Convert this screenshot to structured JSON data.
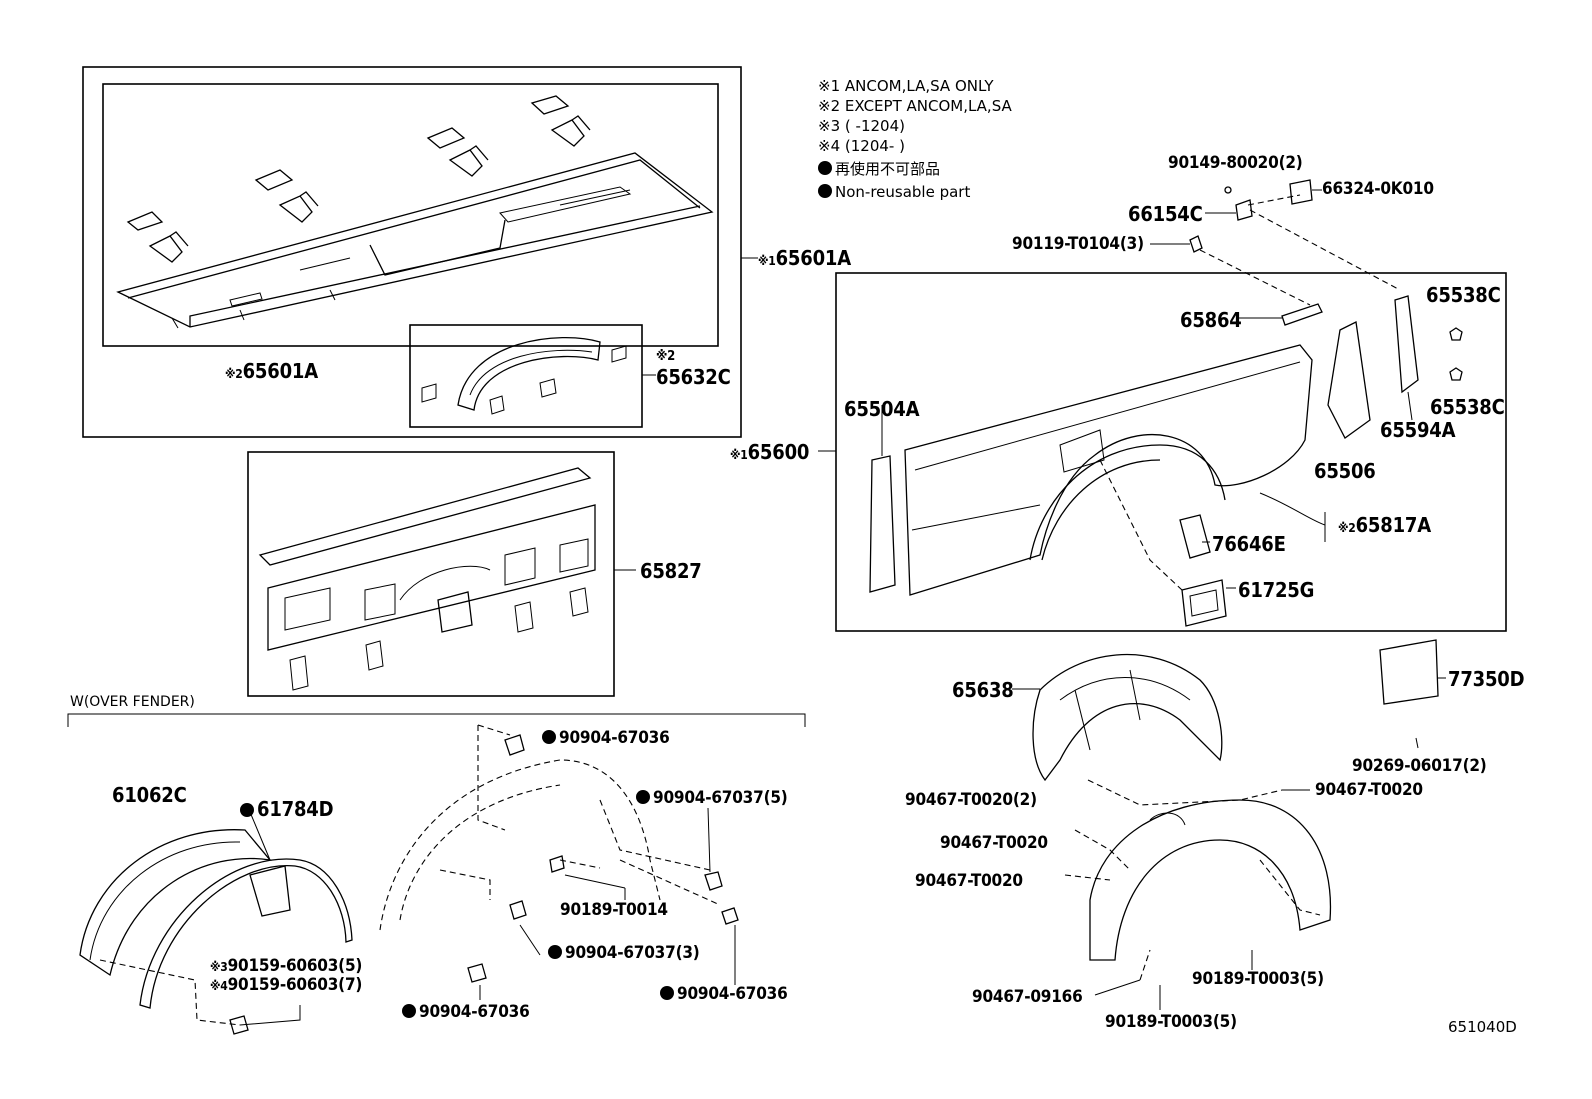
{
  "notes": {
    "n1": {
      "mark": "※1",
      "text": "ANCOM,LA,SA ONLY"
    },
    "n2": {
      "mark": "※2",
      "text": "EXCEPT ANCOM,LA,SA"
    },
    "n3": {
      "mark": "※3",
      "text": "(      -1204)"
    },
    "n4": {
      "mark": "※4",
      "text": "(1204-      )"
    },
    "n5": {
      "text": "再使用不可部品"
    },
    "n6": {
      "text": "Non-reusable part"
    }
  },
  "section_title": "W(OVER FENDER)",
  "diagram_id": "651040D",
  "labels": {
    "p65601A_1": {
      "mark": "※1",
      "code": "65601A"
    },
    "p65601A_2": {
      "mark": "※2",
      "code": "65601A"
    },
    "p65632C": {
      "mark": "※2",
      "code": "65632C"
    },
    "p65600": {
      "mark": "※1",
      "code": "65600"
    },
    "p65827": {
      "code": "65827"
    },
    "p90149": {
      "code": "90149-80020(2)"
    },
    "p66324": {
      "code": "66324-0K010"
    },
    "p66154C": {
      "code": "66154C"
    },
    "p90119": {
      "code": "90119-T0104(3)"
    },
    "p65538C_a": {
      "code": "65538C"
    },
    "p65538C_b": {
      "code": "65538C"
    },
    "p65864": {
      "code": "65864"
    },
    "p65504A": {
      "code": "65504A"
    },
    "p65506": {
      "code": "65506"
    },
    "p65594A": {
      "code": "65594A"
    },
    "p65817A": {
      "mark": "※2",
      "code": "65817A"
    },
    "p76646E": {
      "code": "76646E"
    },
    "p61725G": {
      "code": "61725G"
    },
    "p65638": {
      "code": "65638"
    },
    "p77350D": {
      "code": "77350D"
    },
    "p90269": {
      "code": "90269-06017(2)"
    },
    "p90467_a": {
      "code": "90467-T0020(2)"
    },
    "p90467_b": {
      "code": "90467-T0020"
    },
    "p90467_c": {
      "code": "90467-T0020"
    },
    "p90467_d": {
      "code": "90467-T0020"
    },
    "p90467_09166": {
      "code": "90467-09166"
    },
    "p90189_T0003_a": {
      "code": "90189-T0003(5)"
    },
    "p90189_T0003_b": {
      "code": "90189-T0003(5)"
    },
    "p61062C": {
      "code": "61062C"
    },
    "p61784D": {
      "code": "61784D"
    },
    "p90159_a": {
      "mark": "※3",
      "code": "90159-60603(5)"
    },
    "p90159_b": {
      "mark": "※4",
      "code": "90159-60603(7)"
    },
    "p90904_67036_a": {
      "code": "90904-67036"
    },
    "p90904_67037_5": {
      "code": "90904-67037(5)"
    },
    "p90189_T0014": {
      "code": "90189-T0014"
    },
    "p90904_67037_3": {
      "code": "90904-67037(3)"
    },
    "p90904_67036_b": {
      "code": "90904-67036"
    },
    "p90904_67036_c": {
      "code": "90904-67036"
    }
  }
}
